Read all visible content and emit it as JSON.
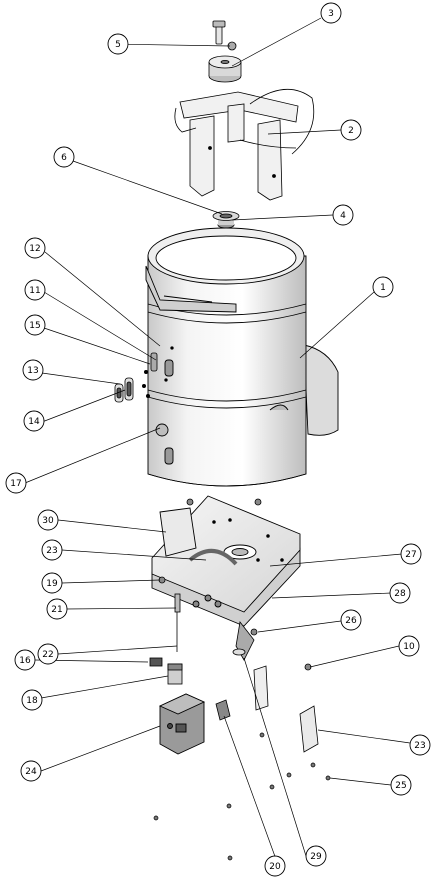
{
  "diagram": {
    "callouts": [
      {
        "id": "c1",
        "label": "1"
      },
      {
        "id": "c2",
        "label": "2"
      },
      {
        "id": "c3",
        "label": "3"
      },
      {
        "id": "c4",
        "label": "4"
      },
      {
        "id": "c5",
        "label": "5"
      },
      {
        "id": "c6",
        "label": "6"
      },
      {
        "id": "c10",
        "label": "10"
      },
      {
        "id": "c11",
        "label": "11"
      },
      {
        "id": "c12",
        "label": "12"
      },
      {
        "id": "c13",
        "label": "13"
      },
      {
        "id": "c14",
        "label": "14"
      },
      {
        "id": "c15",
        "label": "15"
      },
      {
        "id": "c16",
        "label": "16"
      },
      {
        "id": "c17",
        "label": "17"
      },
      {
        "id": "c18",
        "label": "18"
      },
      {
        "id": "c19",
        "label": "19"
      },
      {
        "id": "c20",
        "label": "20"
      },
      {
        "id": "c21",
        "label": "21"
      },
      {
        "id": "c22",
        "label": "22"
      },
      {
        "id": "c23a",
        "label": "23"
      },
      {
        "id": "c23b",
        "label": "23"
      },
      {
        "id": "c24",
        "label": "24"
      },
      {
        "id": "c25",
        "label": "25"
      },
      {
        "id": "c26",
        "label": "26"
      },
      {
        "id": "c27",
        "label": "27"
      },
      {
        "id": "c28",
        "label": "28"
      },
      {
        "id": "c29",
        "label": "29"
      },
      {
        "id": "c30",
        "label": "30"
      }
    ]
  }
}
